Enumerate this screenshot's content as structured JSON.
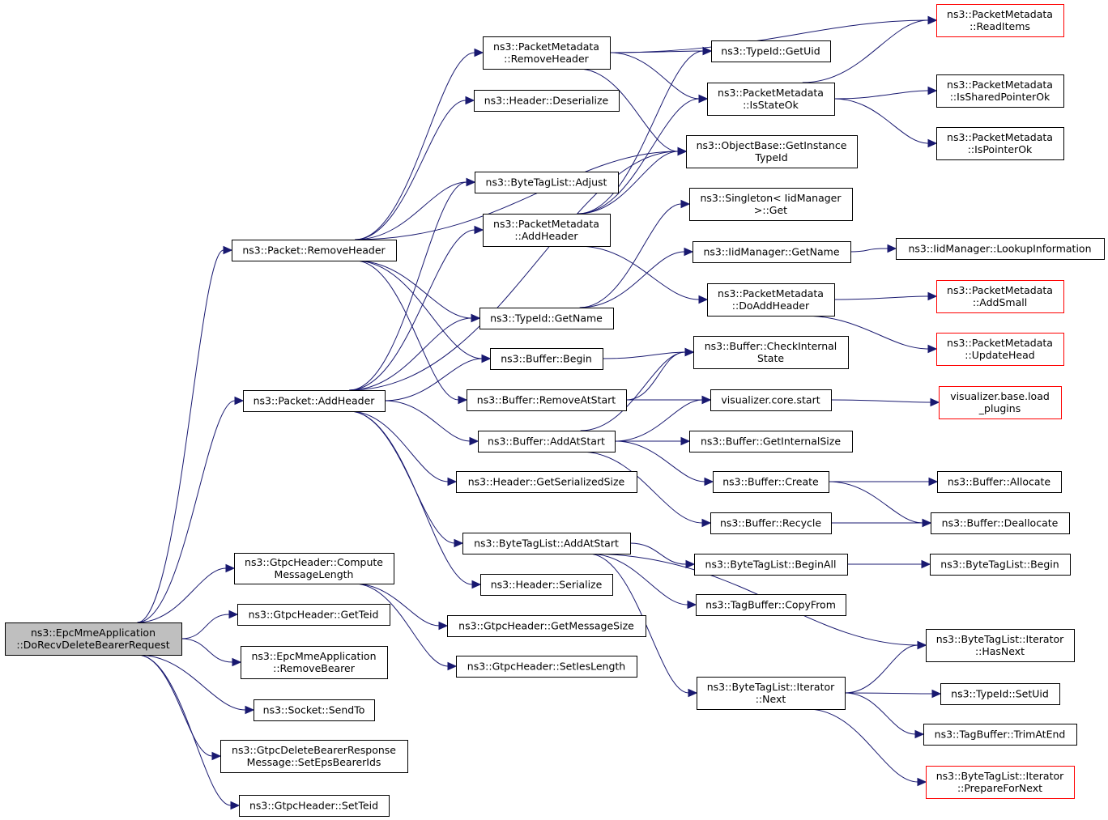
{
  "colors": {
    "root_fill": "#bfbfbf",
    "node_fill": "#ffffff",
    "node_border": "#000000",
    "truncated_border": "#ff0000",
    "edge": "#191970"
  },
  "nodes": {
    "root": {
      "lines": [
        "ns3::EpcMmeApplication",
        "::DoRecvDeleteBearerRequest"
      ],
      "style": "root"
    },
    "pkt_remove": {
      "lines": [
        "ns3::Packet::RemoveHeader"
      ]
    },
    "pkt_add": {
      "lines": [
        "ns3::Packet::AddHeader"
      ]
    },
    "gtpc_compute": {
      "lines": [
        "ns3::GtpcHeader::Compute",
        "MessageLength"
      ]
    },
    "gtpc_getteid": {
      "lines": [
        "ns3::GtpcHeader::GetTeid"
      ]
    },
    "epc_remove": {
      "lines": [
        "ns3::EpcMmeApplication",
        "::RemoveBearer"
      ]
    },
    "sock_sendto": {
      "lines": [
        "ns3::Socket::SendTo"
      ]
    },
    "gtpc_setids": {
      "lines": [
        "ns3::GtpcDeleteBearerResponse",
        "Message::SetEpsBearerIds"
      ]
    },
    "gtpc_setteid": {
      "lines": [
        "ns3::GtpcHeader::SetTeid"
      ]
    },
    "pm_remove": {
      "lines": [
        "ns3::PacketMetadata",
        "::RemoveHeader"
      ]
    },
    "hdr_deser": {
      "lines": [
        "ns3::Header::Deserialize"
      ]
    },
    "btl_adjust": {
      "lines": [
        "ns3::ByteTagList::Adjust"
      ]
    },
    "pm_add": {
      "lines": [
        "ns3::PacketMetadata",
        "::AddHeader"
      ]
    },
    "tid_getname": {
      "lines": [
        "ns3::TypeId::GetName"
      ]
    },
    "buf_begin": {
      "lines": [
        "ns3::Buffer::Begin"
      ]
    },
    "buf_removeat": {
      "lines": [
        "ns3::Buffer::RemoveAtStart"
      ]
    },
    "buf_addat": {
      "lines": [
        "ns3::Buffer::AddAtStart"
      ]
    },
    "hdr_getsize": {
      "lines": [
        "ns3::Header::GetSerializedSize"
      ]
    },
    "btl_addat": {
      "lines": [
        "ns3::ByteTagList::AddAtStart"
      ]
    },
    "hdr_ser": {
      "lines": [
        "ns3::Header::Serialize"
      ]
    },
    "gtpc_getmsgsize": {
      "lines": [
        "ns3::GtpcHeader::GetMessageSize"
      ]
    },
    "gtpc_setieslen": {
      "lines": [
        "ns3::GtpcHeader::SetIesLength"
      ]
    },
    "tid_getuid": {
      "lines": [
        "ns3::TypeId::GetUid"
      ]
    },
    "pm_isstateok": {
      "lines": [
        "ns3::PacketMetadata",
        "::IsStateOk"
      ]
    },
    "ob_getinst": {
      "lines": [
        "ns3::ObjectBase::GetInstance",
        "TypeId"
      ]
    },
    "singleton_get": {
      "lines": [
        "ns3::Singleton< IidManager",
        ">::Get"
      ]
    },
    "iid_getname": {
      "lines": [
        "ns3::IidManager::GetName"
      ]
    },
    "pm_doadd": {
      "lines": [
        "ns3::PacketMetadata",
        "::DoAddHeader"
      ]
    },
    "buf_checkint": {
      "lines": [
        "ns3::Buffer::CheckInternal",
        "State"
      ]
    },
    "viz_start": {
      "lines": [
        "visualizer.core.start"
      ]
    },
    "buf_getintsize": {
      "lines": [
        "ns3::Buffer::GetInternalSize"
      ]
    },
    "buf_create": {
      "lines": [
        "ns3::Buffer::Create"
      ]
    },
    "buf_recycle": {
      "lines": [
        "ns3::Buffer::Recycle"
      ]
    },
    "btl_beginall": {
      "lines": [
        "ns3::ByteTagList::BeginAll"
      ]
    },
    "tb_copyfrom": {
      "lines": [
        "ns3::TagBuffer::CopyFrom"
      ]
    },
    "btl_it_next": {
      "lines": [
        "ns3::ByteTagList::Iterator",
        "::Next"
      ]
    },
    "pm_readitems": {
      "lines": [
        "ns3::PacketMetadata",
        "::ReadItems"
      ],
      "style": "truncated"
    },
    "pm_isshared": {
      "lines": [
        "ns3::PacketMetadata",
        "::IsSharedPointerOk"
      ]
    },
    "pm_isptrok": {
      "lines": [
        "ns3::PacketMetadata",
        "::IsPointerOk"
      ]
    },
    "iid_lookup": {
      "lines": [
        "ns3::IidManager::LookupInformation"
      ]
    },
    "pm_addsmall": {
      "lines": [
        "ns3::PacketMetadata",
        "::AddSmall"
      ],
      "style": "truncated"
    },
    "pm_updatehead": {
      "lines": [
        "ns3::PacketMetadata",
        "::UpdateHead"
      ],
      "style": "truncated"
    },
    "viz_loadplugins": {
      "lines": [
        "visualizer.base.load",
        "_plugins"
      ],
      "style": "truncated"
    },
    "buf_allocate": {
      "lines": [
        "ns3::Buffer::Allocate"
      ]
    },
    "buf_dealloc": {
      "lines": [
        "ns3::Buffer::Deallocate"
      ]
    },
    "btl_begin": {
      "lines": [
        "ns3::ByteTagList::Begin"
      ]
    },
    "btl_it_hasnext": {
      "lines": [
        "ns3::ByteTagList::Iterator",
        "::HasNext"
      ]
    },
    "tid_setuid": {
      "lines": [
        "ns3::TypeId::SetUid"
      ]
    },
    "tb_trimatend": {
      "lines": [
        "ns3::TagBuffer::TrimAtEnd"
      ]
    },
    "btl_it_prepare": {
      "lines": [
        "ns3::ByteTagList::Iterator",
        "::PrepareForNext"
      ],
      "style": "truncated"
    }
  },
  "edges": [
    [
      "root",
      "pkt_remove"
    ],
    [
      "root",
      "pkt_add"
    ],
    [
      "root",
      "gtpc_compute"
    ],
    [
      "root",
      "gtpc_getteid"
    ],
    [
      "root",
      "epc_remove"
    ],
    [
      "root",
      "sock_sendto"
    ],
    [
      "root",
      "gtpc_setids"
    ],
    [
      "root",
      "gtpc_setteid"
    ],
    [
      "pkt_remove",
      "pm_remove"
    ],
    [
      "pkt_remove",
      "hdr_deser"
    ],
    [
      "pkt_remove",
      "btl_adjust"
    ],
    [
      "pkt_remove",
      "ob_getinst"
    ],
    [
      "pkt_remove",
      "tid_getname"
    ],
    [
      "pkt_remove",
      "buf_begin"
    ],
    [
      "pkt_remove",
      "buf_removeat"
    ],
    [
      "pkt_add",
      "btl_adjust"
    ],
    [
      "pkt_add",
      "pm_add"
    ],
    [
      "pkt_add",
      "ob_getinst"
    ],
    [
      "pkt_add",
      "tid_getname"
    ],
    [
      "pkt_add",
      "buf_begin"
    ],
    [
      "pkt_add",
      "buf_addat"
    ],
    [
      "pkt_add",
      "hdr_getsize"
    ],
    [
      "pkt_add",
      "btl_addat"
    ],
    [
      "pkt_add",
      "hdr_ser"
    ],
    [
      "gtpc_compute",
      "gtpc_getmsgsize"
    ],
    [
      "gtpc_compute",
      "gtpc_setieslen"
    ],
    [
      "pm_remove",
      "pm_readitems"
    ],
    [
      "pm_remove",
      "tid_getuid"
    ],
    [
      "pm_remove",
      "pm_isstateok"
    ],
    [
      "pm_remove",
      "ob_getinst"
    ],
    [
      "pm_add",
      "tid_getuid"
    ],
    [
      "pm_add",
      "pm_isstateok"
    ],
    [
      "pm_add",
      "ob_getinst"
    ],
    [
      "pm_add",
      "pm_doadd"
    ],
    [
      "tid_getname",
      "singleton_get"
    ],
    [
      "tid_getname",
      "iid_getname"
    ],
    [
      "buf_begin",
      "buf_checkint"
    ],
    [
      "buf_removeat",
      "buf_checkint"
    ],
    [
      "buf_removeat",
      "viz_start"
    ],
    [
      "buf_addat",
      "buf_checkint"
    ],
    [
      "buf_addat",
      "viz_start"
    ],
    [
      "buf_addat",
      "buf_getintsize"
    ],
    [
      "buf_addat",
      "buf_create"
    ],
    [
      "buf_addat",
      "buf_recycle"
    ],
    [
      "btl_addat",
      "btl_beginall"
    ],
    [
      "btl_addat",
      "tb_copyfrom"
    ],
    [
      "btl_addat",
      "btl_it_hasnext"
    ],
    [
      "btl_addat",
      "btl_it_next"
    ],
    [
      "pm_isstateok",
      "pm_readitems"
    ],
    [
      "pm_isstateok",
      "pm_isshared"
    ],
    [
      "pm_isstateok",
      "pm_isptrok"
    ],
    [
      "iid_getname",
      "iid_lookup"
    ],
    [
      "pm_doadd",
      "pm_addsmall"
    ],
    [
      "pm_doadd",
      "pm_updatehead"
    ],
    [
      "viz_start",
      "viz_loadplugins"
    ],
    [
      "buf_create",
      "buf_allocate"
    ],
    [
      "buf_create",
      "buf_dealloc"
    ],
    [
      "buf_recycle",
      "buf_dealloc"
    ],
    [
      "btl_beginall",
      "btl_begin"
    ],
    [
      "btl_it_next",
      "btl_it_hasnext"
    ],
    [
      "btl_it_next",
      "tid_setuid"
    ],
    [
      "btl_it_next",
      "tb_trimatend"
    ],
    [
      "btl_it_next",
      "btl_it_prepare"
    ]
  ]
}
